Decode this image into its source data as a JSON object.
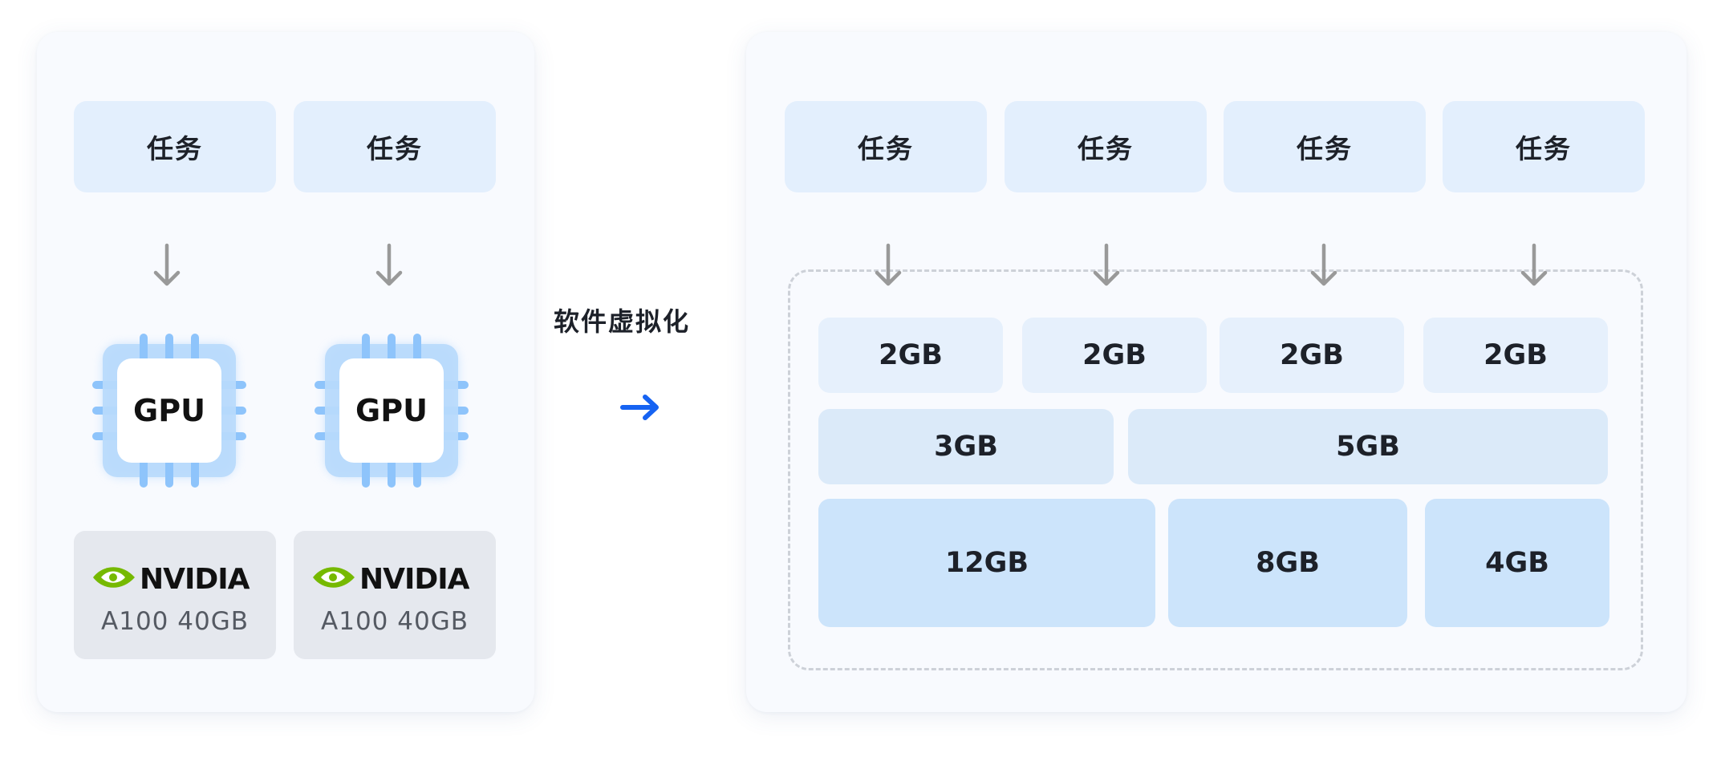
{
  "left_panel": {
    "tasks": [
      {
        "label": "任务"
      },
      {
        "label": "任务"
      }
    ],
    "gpus": [
      {
        "label": "GPU"
      },
      {
        "label": "GPU"
      }
    ],
    "cards": [
      {
        "brand": "NVIDIA",
        "model": "A100 40GB"
      },
      {
        "brand": "NVIDIA",
        "model": "A100 40GB"
      }
    ]
  },
  "transition": {
    "caption": "软件虚拟化",
    "arrow_color": "#1663f2"
  },
  "right_panel": {
    "tasks": [
      {
        "label": "任务"
      },
      {
        "label": "任务"
      },
      {
        "label": "任务"
      },
      {
        "label": "任务"
      }
    ],
    "memory_blocks": {
      "row1": [
        "2GB",
        "2GB",
        "2GB",
        "2GB"
      ],
      "row2": [
        "3GB",
        "5GB"
      ],
      "row3": [
        "12GB",
        "8GB",
        "4GB"
      ]
    }
  },
  "colors": {
    "task_bg": "#e3effd",
    "chip_bg": "#b9dafc",
    "chip_pins": "#8ec4fb",
    "nvidia_green": "#76b900",
    "card_bg": "#e5e8ee",
    "arrow_gray": "#999999"
  }
}
